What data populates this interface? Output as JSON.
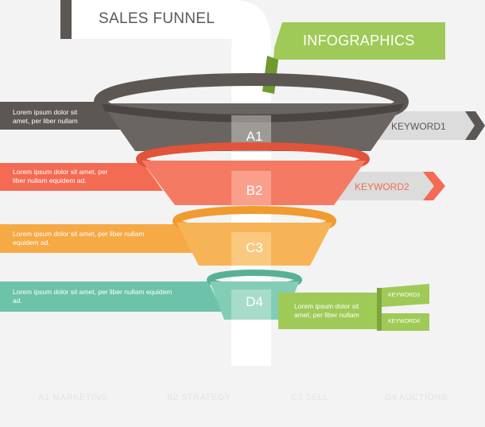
{
  "header": {
    "title": "SALES FUNNEL",
    "subtitle": "INFOGRAPHICS"
  },
  "colors": {
    "stage_a": "#5d5753",
    "stage_b": "#f36b53",
    "stage_c": "#f6a945",
    "stage_d": "#6dc3a9",
    "accent_green": "#9fca57",
    "keyword_gray": "#d9d9d9"
  },
  "stages": [
    {
      "label": "A1",
      "text_line1": "Lorem ipsum dolor sit",
      "text_line2": "amet, per liber nullam"
    },
    {
      "label": "B2",
      "text_line1": "Lorem ipsum dolor sit amet, per",
      "text_line2": "liber nullam equidem ad."
    },
    {
      "label": "C3",
      "text_line1": "Lorem ipsum dolor sit amet, per liber nullam",
      "text_line2": "equidem ad."
    },
    {
      "label": "D4",
      "text_line1": "Lorem ipsum dolor sit amet, per liber nullam equidem",
      "text_line2": "ad."
    }
  ],
  "keywords": {
    "k1": "KEYWORD1",
    "k2": "KEYWORD2",
    "k3": "KEYWORD3",
    "k4": "KEYWORD4"
  },
  "side_note": {
    "line1": "Lorem ipsum dolor sit",
    "line2": "amet, per liber nullam"
  },
  "footer_faded": [
    "A1 MARKETING",
    "B2 STRATEGY",
    "C3 SELL",
    "D4 AUCTIONS"
  ]
}
